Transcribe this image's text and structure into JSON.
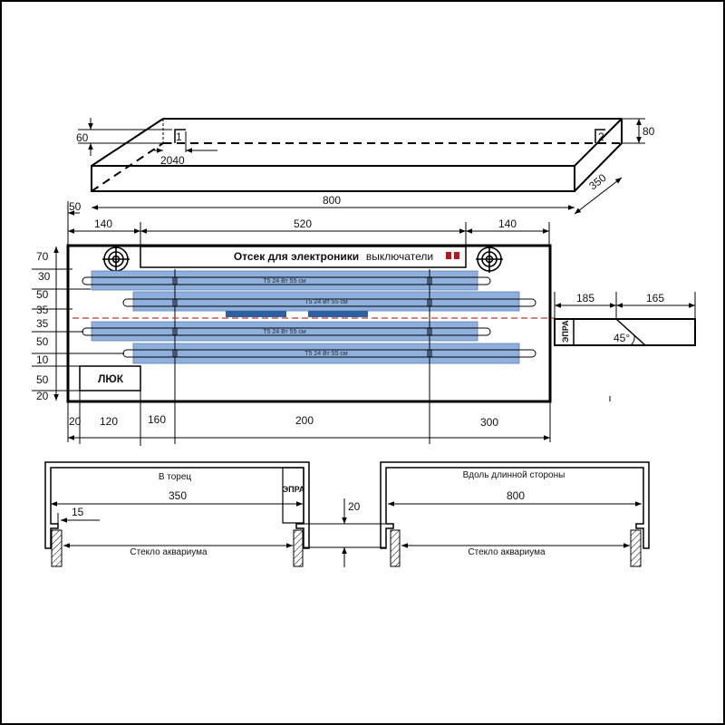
{
  "iso": {
    "h60": "60",
    "h80": "80",
    "w2040": "2040",
    "l800": "800",
    "d350": "350",
    "mark1": "1",
    "mark2": "2",
    "d50": "50"
  },
  "top_dims": [
    "140",
    "520",
    "140"
  ],
  "plan": {
    "electronics": "Отсек для электроники",
    "switches": "выключатели",
    "hatch": "ЛЮК",
    "tube_label": "Т5 24 Вт 55 см",
    "left_dims": [
      "70",
      "30",
      "50",
      "35",
      "35",
      "50",
      "10",
      "50",
      "20"
    ],
    "bottom_dims": [
      "20",
      "120",
      "160",
      "200",
      "300"
    ]
  },
  "side": {
    "epra": "ЭПРА",
    "d185": "185",
    "d165": "165",
    "angle": "45°"
  },
  "sections": {
    "left": {
      "title": "В торец",
      "width": "350",
      "gap": "15",
      "glass": "Стекло аквариума",
      "epra": "ЭПРА"
    },
    "right": {
      "title": "Вдоль длинной стороны",
      "width": "800",
      "glass": "Стекло аквариума"
    },
    "gap20": "20"
  },
  "colors": {
    "tube": "#8fb0dc",
    "ballast": "#2e5f9e",
    "axis": "#c0392b",
    "switch": "#c0141c"
  }
}
